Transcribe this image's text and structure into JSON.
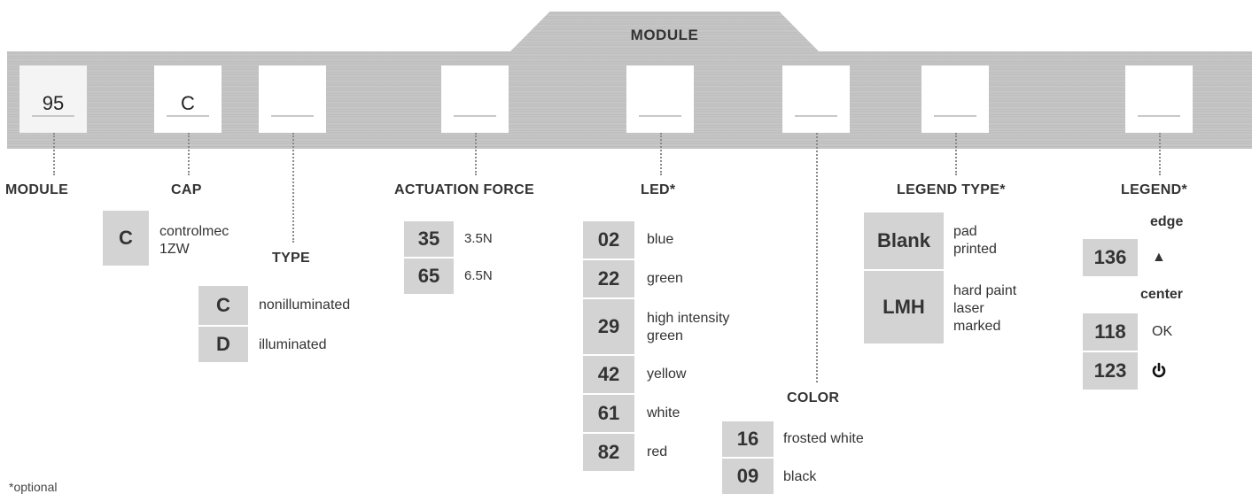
{
  "header": {
    "title": "MODULE"
  },
  "slots": [
    "95",
    "C"
  ],
  "labels": {
    "module": "MODULE",
    "cap": "CAP",
    "type": "TYPE",
    "actuation_force": "ACTUATION FORCE",
    "led": "LED*",
    "color": "COLOR",
    "legend_type": "LEGEND TYPE*",
    "legend": "LEGEND*"
  },
  "cap_options": [
    {
      "code": "C",
      "desc_1": "controlmec",
      "desc_2": "1ZW"
    }
  ],
  "type_options": [
    {
      "code": "C",
      "desc": "nonilluminated"
    },
    {
      "code": "D",
      "desc": "illuminated"
    }
  ],
  "force_options": [
    {
      "code": "35",
      "desc": "3.5N"
    },
    {
      "code": "65",
      "desc": "6.5N"
    }
  ],
  "led_options": [
    {
      "code": "02",
      "desc": "blue"
    },
    {
      "code": "22",
      "desc": "green"
    },
    {
      "code": "29",
      "desc_1": "high intensity",
      "desc_2": "green"
    },
    {
      "code": "42",
      "desc": "yellow"
    },
    {
      "code": "61",
      "desc": "white"
    },
    {
      "code": "82",
      "desc": "red"
    }
  ],
  "color_options": [
    {
      "code": "16",
      "desc": "frosted white"
    },
    {
      "code": "09",
      "desc": "black"
    }
  ],
  "legend_type_options": [
    {
      "code": "Blank",
      "desc_1": "pad",
      "desc_2": "printed"
    },
    {
      "code": "LMH",
      "desc_1": "hard paint",
      "desc_2": "laser",
      "desc_3": "marked"
    }
  ],
  "legend": {
    "edge_label": "edge",
    "center_label": "center",
    "options": [
      {
        "code": "136",
        "desc": "▲",
        "icon": "triangle-up-icon"
      },
      {
        "code": "118",
        "desc": "OK"
      },
      {
        "code": "123",
        "icon": "power-icon"
      }
    ]
  },
  "footnote": "*optional"
}
